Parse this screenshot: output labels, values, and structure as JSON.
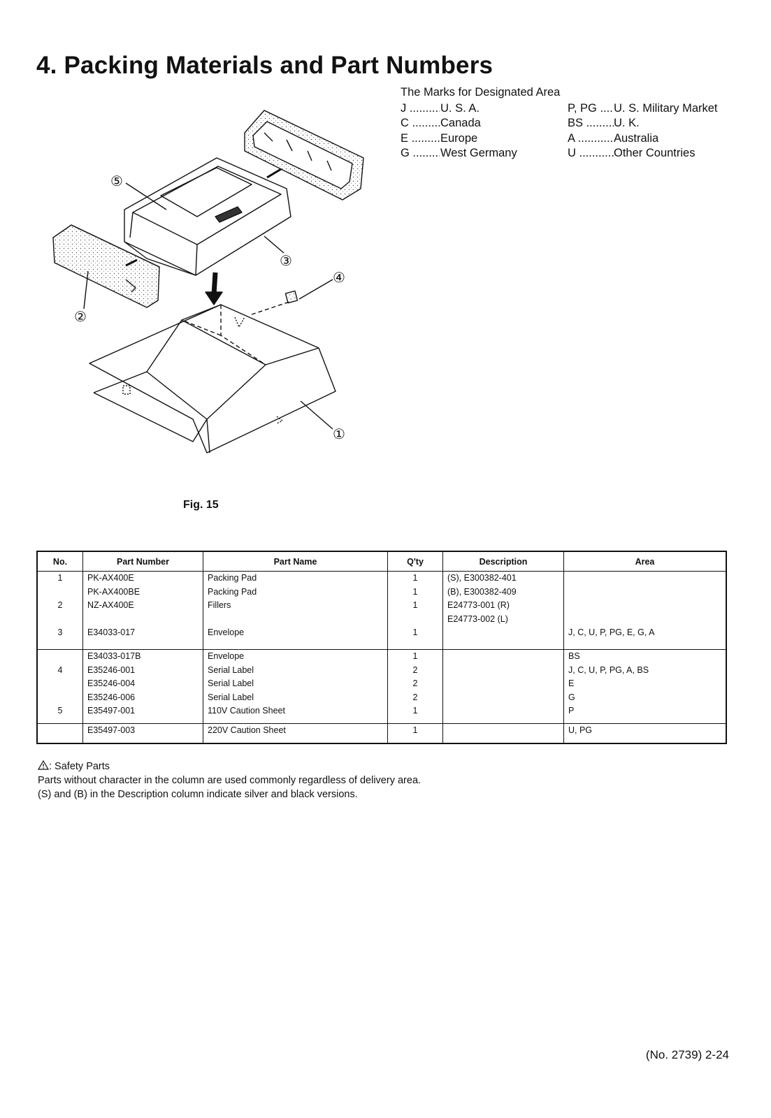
{
  "page": {
    "title": "4. Packing Materials and Part Numbers",
    "figure_caption": "Fig. 15",
    "footer": "(No. 2739)  2-24"
  },
  "marks": {
    "heading": "The Marks for Designated Area",
    "left": [
      {
        "code": "J",
        "name": "U. S. A."
      },
      {
        "code": "C",
        "name": "Canada"
      },
      {
        "code": "E",
        "name": "Europe"
      },
      {
        "code": "G",
        "name": "West Germany"
      }
    ],
    "right": [
      {
        "code": "P, PG",
        "name": "U. S. Military Market"
      },
      {
        "code": "BS",
        "name": "U. K."
      },
      {
        "code": "A",
        "name": "Australia"
      },
      {
        "code": "U",
        "name": "Other Countries"
      }
    ]
  },
  "figure": {
    "callouts": [
      "⑤",
      "②",
      "③",
      "④",
      "①"
    ]
  },
  "table": {
    "headers": [
      "No.",
      "Part Number",
      "Part Name",
      "Q'ty",
      "Description",
      "Area"
    ],
    "groups": [
      {
        "no": [
          "1",
          "",
          "2",
          "",
          "3"
        ],
        "part_number": [
          "PK-AX400E",
          "PK-AX400BE",
          "NZ-AX400E",
          "",
          "E34033-017"
        ],
        "part_name": [
          "Packing Pad",
          "Packing Pad",
          "Fillers",
          "",
          "Envelope"
        ],
        "qty": [
          "1",
          "1",
          "1",
          "",
          "1"
        ],
        "description": [
          "(S), E300382-401",
          "(B), E300382-409",
          "E24773-001 (R)",
          "E24773-002 (L)",
          ""
        ],
        "area": [
          "",
          "",
          "",
          "",
          "J, C, U, P, PG, E, G, A"
        ]
      },
      {
        "no": [
          "",
          "4",
          "",
          "",
          "5"
        ],
        "part_number": [
          "E34033-017B",
          "E35246-001",
          "E35246-004",
          "E35246-006",
          "E35497-001"
        ],
        "part_name": [
          "Envelope",
          "Serial Label",
          "Serial Label",
          "Serial Label",
          "110V Caution Sheet"
        ],
        "qty": [
          "1",
          "2",
          "2",
          "2",
          "1"
        ],
        "description": [
          "",
          "",
          "",
          "",
          ""
        ],
        "area": [
          "BS",
          "J, C, U, P, PG, A, BS",
          "E",
          "G",
          "P"
        ]
      },
      {
        "no": [
          ""
        ],
        "part_number": [
          "E35497-003"
        ],
        "part_name": [
          "220V Caution Sheet"
        ],
        "qty": [
          "1"
        ],
        "description": [
          ""
        ],
        "area": [
          "U, PG"
        ]
      }
    ]
  },
  "notes": {
    "safety": ": Safety Parts",
    "line1": "Parts without character in the column are used commonly regardless of delivery area.",
    "line2": "(S) and (B) in the Description column indicate silver and black versions."
  }
}
